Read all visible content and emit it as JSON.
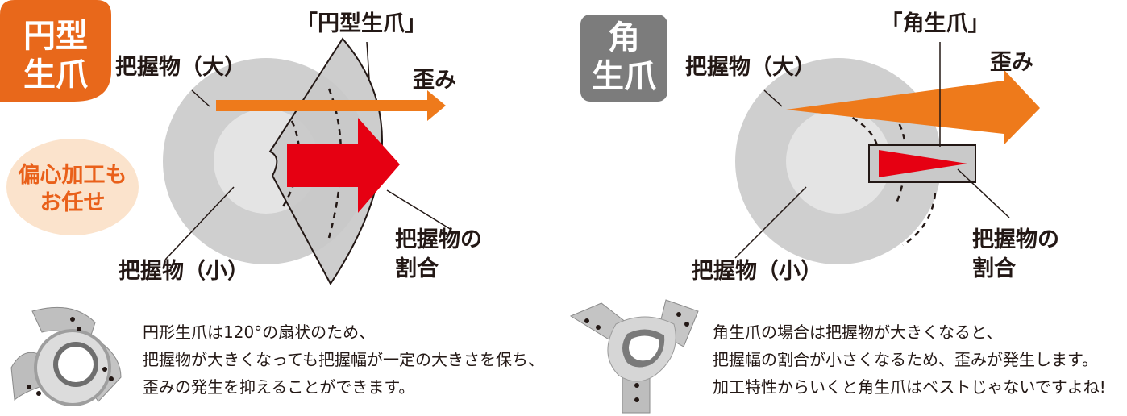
{
  "left": {
    "badge": [
      "円型",
      "生爪"
    ],
    "title": "「円型生爪」",
    "grip_large": "把握物（大）",
    "grip_small": "把握物（小）",
    "distortion": "歪み",
    "ratio": [
      "把握物の",
      "割合"
    ],
    "bubble": [
      "偏心加工も",
      "お任せ"
    ],
    "description": [
      "円形生爪は120°の扇状のため、",
      "把握物が大きくなっても把握幅が一定の大きさを保ち、",
      "歪みの発生を抑えることができます。"
    ]
  },
  "right": {
    "badge": [
      "角",
      "生爪"
    ],
    "title": "「角生爪」",
    "grip_large": "把握物（大）",
    "grip_small": "把握物（小）",
    "distortion": "歪み",
    "ratio": [
      "把握物の",
      "割合"
    ],
    "description": [
      "角生爪の場合は把握物が大きくなると、",
      "把握幅の割合が小さくなるため、歪みが発生します。",
      "加工特性からいくと角生爪はベストじゃないですよね!"
    ]
  },
  "colors": {
    "orange": "#ee7a1b",
    "badge_orange": "#e8681b",
    "red": "#e60012",
    "gray_badge": "#7c7c7c",
    "disk_large": "#cfcfcf",
    "disk_small": "#e4e4e4",
    "bubble": "#fbe3cc"
  }
}
